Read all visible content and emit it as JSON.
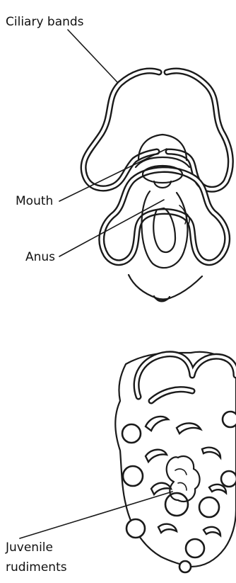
{
  "labels": {
    "ciliary_bands": "Ciliary bands",
    "mouth": "Mouth",
    "anus": "Anus",
    "juvenile_line1": "Juvenile",
    "juvenile_line2": "rudiments"
  }
}
